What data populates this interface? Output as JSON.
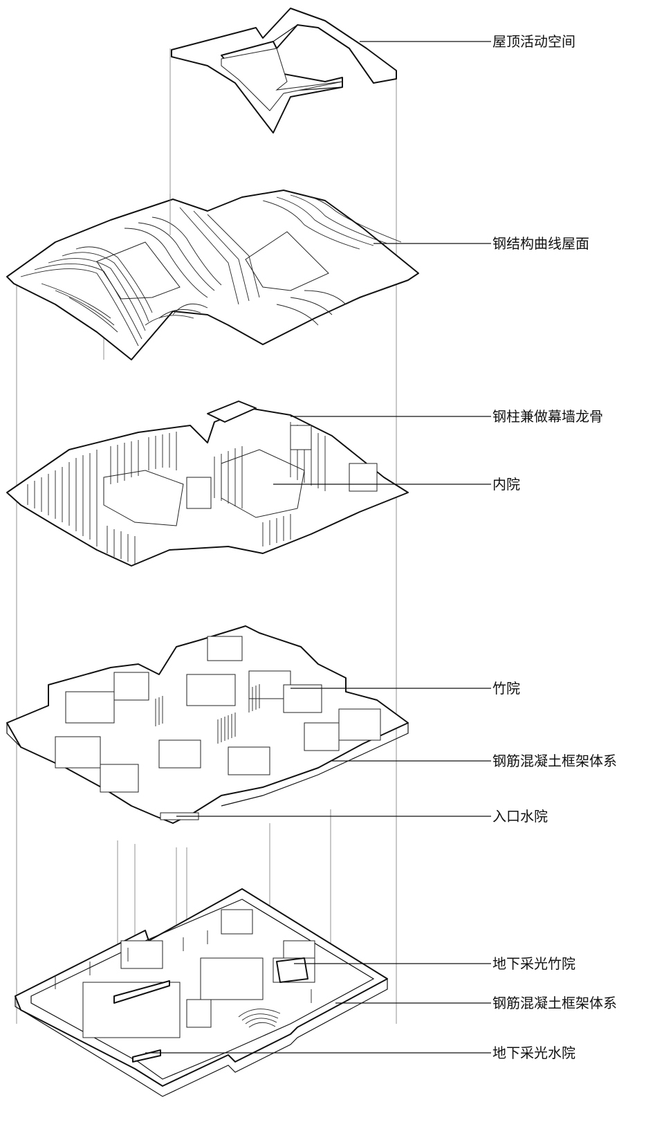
{
  "labels": {
    "roof_activity": "屋顶活动空间",
    "steel_roof": "钢结构曲线屋面",
    "steel_column": "钢柱兼做幕墙龙骨",
    "inner_court": "内院",
    "bamboo_court": "竹院",
    "rc_frame_1": "钢筋混凝土框架体系",
    "entrance_water": "入口水院",
    "basement_bamboo": "地下采光竹院",
    "rc_frame_2": "钢筋混凝土框架体系",
    "basement_water": "地下采光水院"
  },
  "colors": {
    "line": "#111111",
    "guide": "#777777",
    "background": "#ffffff"
  }
}
